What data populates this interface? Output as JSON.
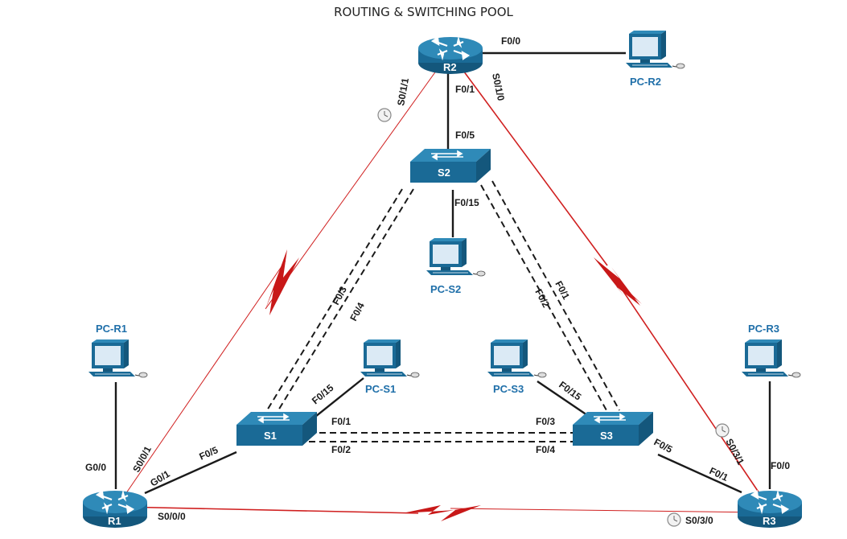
{
  "title": "ROUTING & SWITCHING POOL",
  "colors": {
    "device": "#1a6a96",
    "device_top": "#2f8ab8",
    "serial": "#d02020",
    "pc_label": "#1f6fa9"
  },
  "devices": {
    "r1": "R1",
    "r2": "R2",
    "r3": "R3",
    "s1": "S1",
    "s2": "S2",
    "s3": "S3",
    "pc_r1": "PC-R1",
    "pc_r2": "PC-R2",
    "pc_r3": "PC-R3",
    "pc_s1": "PC-S1",
    "pc_s2": "PC-S2",
    "pc_s3": "PC-S3"
  },
  "ports": {
    "r2_f00": "F0/0",
    "r2_f01": "F0/1",
    "r2_s011": "S0/1/1",
    "r2_s010": "S0/1/0",
    "s2_f05": "F0/5",
    "s2_f015": "F0/15",
    "s2_f03": "F0/3",
    "s2_f04": "F0/4",
    "s2_f01": "F0/1",
    "s2_f02": "F0/2",
    "s1_f015": "F0/15",
    "s1_f05": "F0/5",
    "s1_f01": "F0/1",
    "s1_f02": "F0/2",
    "s3_f03": "F0/3",
    "s3_f04": "F0/4",
    "s3_f015": "F0/15",
    "s3_f05": "F0/5",
    "r1_g00": "G0/0",
    "r1_g01": "G0/1",
    "r1_s001": "S0/0/1",
    "r1_s000": "S0/0/0",
    "r3_f00": "F0/0",
    "r3_f01": "F0/1",
    "r3_s031": "S0/3/1",
    "r3_s030": "S0/3/0"
  }
}
